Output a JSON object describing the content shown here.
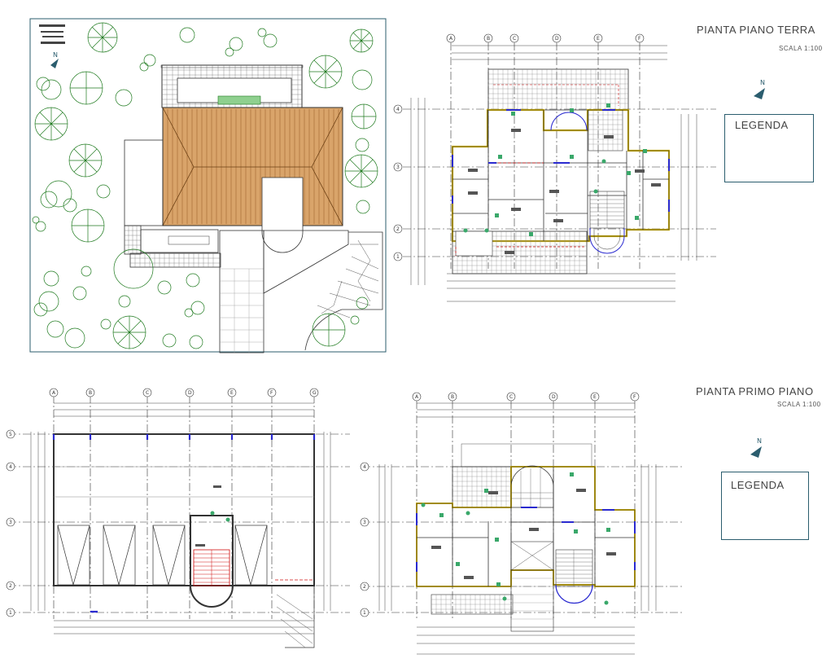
{
  "ground_floor": {
    "title": "PIANTA PIANO TERRA",
    "scale": "SCALA 1:100",
    "legend_title": "LEGENDA",
    "grid_cols": [
      "A",
      "B",
      "C",
      "D",
      "E",
      "F"
    ],
    "grid_rows": [
      "4",
      "3",
      "2",
      "1"
    ]
  },
  "first_floor": {
    "title": "PIANTA PRIMO PIANO",
    "scale": "SCALA 1:100",
    "legend_title": "LEGENDA",
    "grid_cols": [
      "A",
      "B",
      "C",
      "D",
      "E",
      "F"
    ],
    "grid_rows": [
      "4",
      "3",
      "2",
      "1"
    ]
  },
  "basement": {
    "grid_cols": [
      "A",
      "B",
      "C",
      "D",
      "E",
      "F",
      "G"
    ],
    "grid_rows": [
      "5",
      "4",
      "3",
      "2",
      "1"
    ]
  },
  "colors": {
    "line": "#333333",
    "tree": "#1e7a1e",
    "roof": "#c8955a",
    "wall_outline": "#e6c200",
    "window": "#2a2ad0",
    "stair_red": "#d01010",
    "fixture": "#3aa86a",
    "frame": "#2b5d6e"
  },
  "icons": {
    "north": "north-arrow-icon",
    "tree": "tree-icon"
  }
}
